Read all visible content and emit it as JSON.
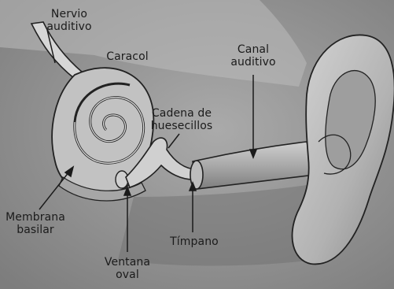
{
  "labels": {
    "nervio_auditivo": "Nervio\nauditivo",
    "caracol": "Caracol",
    "canal_auditivo": "Canal\nauditivo",
    "cadena_de_huesecillos": "Cadena de\nhuesecillos",
    "membrana_basilar": "Membrana\nbasilar",
    "timpano": "Tímpano",
    "ventana_oval": "Ventana\noval"
  },
  "colors": {
    "background": "#8e8e8e",
    "ink": "#1b1b1b"
  }
}
